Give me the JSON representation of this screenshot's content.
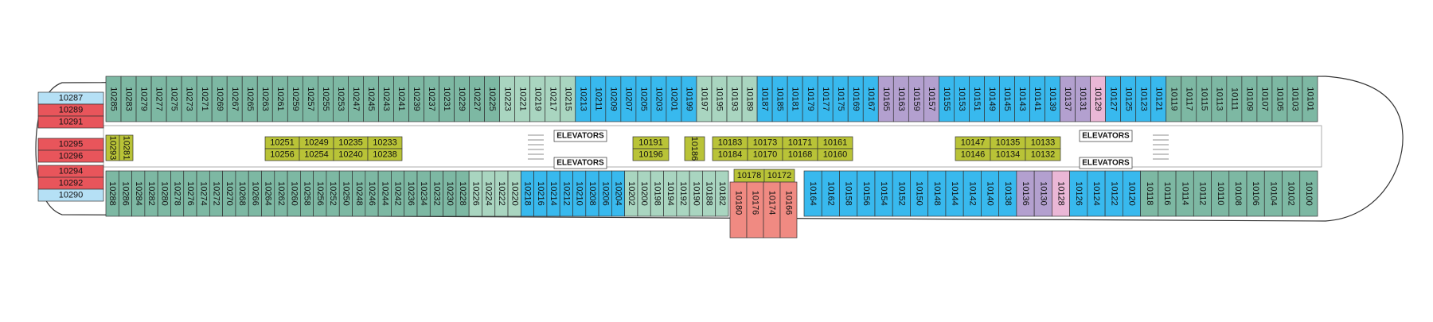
{
  "deck": {
    "colors": {
      "teal": "#7db8a3",
      "mint": "#a9d5c0",
      "blue": "#38b9ee",
      "purple": "#b3a0cf",
      "olive": "#b9c337",
      "lightblue": "#b5e0f5",
      "red": "#e8555b",
      "salmon": "#f08a82",
      "pink": "#eab7d6"
    },
    "elevators_label": "ELEVATORS",
    "top_row": [
      {
        "n": "10285",
        "c": "teal"
      },
      {
        "n": "10283",
        "c": "teal"
      },
      {
        "n": "10279",
        "c": "teal"
      },
      {
        "n": "10277",
        "c": "teal"
      },
      {
        "n": "10275",
        "c": "teal"
      },
      {
        "n": "10273",
        "c": "teal"
      },
      {
        "n": "10271",
        "c": "teal"
      },
      {
        "n": "10269",
        "c": "teal"
      },
      {
        "n": "10267",
        "c": "teal"
      },
      {
        "n": "10265",
        "c": "teal"
      },
      {
        "n": "10263",
        "c": "teal"
      },
      {
        "n": "10261",
        "c": "teal"
      },
      {
        "n": "10259",
        "c": "teal"
      },
      {
        "n": "10257",
        "c": "teal"
      },
      {
        "n": "10255",
        "c": "teal"
      },
      {
        "n": "10253",
        "c": "teal"
      },
      {
        "n": "10247",
        "c": "teal"
      },
      {
        "n": "10245",
        "c": "teal"
      },
      {
        "n": "10243",
        "c": "teal"
      },
      {
        "n": "10241",
        "c": "teal"
      },
      {
        "n": "10239",
        "c": "teal"
      },
      {
        "n": "10237",
        "c": "teal"
      },
      {
        "n": "10231",
        "c": "teal"
      },
      {
        "n": "10229",
        "c": "teal"
      },
      {
        "n": "10227",
        "c": "teal"
      },
      {
        "n": "10225",
        "c": "teal"
      },
      {
        "n": "10223",
        "c": "mint"
      },
      {
        "n": "10221",
        "c": "mint"
      },
      {
        "n": "10219",
        "c": "mint"
      },
      {
        "n": "10217",
        "c": "mint"
      },
      {
        "n": "10215",
        "c": "mint"
      },
      {
        "n": "10213",
        "c": "blue"
      },
      {
        "n": "10211",
        "c": "blue"
      },
      {
        "n": "10209",
        "c": "blue"
      },
      {
        "n": "10207",
        "c": "blue"
      },
      {
        "n": "10205",
        "c": "blue"
      },
      {
        "n": "10203",
        "c": "blue"
      },
      {
        "n": "10201",
        "c": "blue"
      },
      {
        "n": "10199",
        "c": "blue"
      },
      {
        "n": "10197",
        "c": "mint"
      },
      {
        "n": "10195",
        "c": "mint"
      },
      {
        "n": "10193",
        "c": "mint"
      },
      {
        "n": "10189",
        "c": "mint"
      },
      {
        "n": "10187",
        "c": "blue"
      },
      {
        "n": "10185",
        "c": "blue"
      },
      {
        "n": "10181",
        "c": "blue"
      },
      {
        "n": "10179",
        "c": "blue"
      },
      {
        "n": "10177",
        "c": "blue"
      },
      {
        "n": "10175",
        "c": "blue"
      },
      {
        "n": "10169",
        "c": "blue"
      },
      {
        "n": "10167",
        "c": "blue"
      },
      {
        "n": "10165",
        "c": "purple"
      },
      {
        "n": "10163",
        "c": "purple"
      },
      {
        "n": "10159",
        "c": "purple"
      },
      {
        "n": "10157",
        "c": "purple"
      },
      {
        "n": "10155",
        "c": "blue"
      },
      {
        "n": "10153",
        "c": "blue"
      },
      {
        "n": "10151",
        "c": "blue"
      },
      {
        "n": "10149",
        "c": "blue"
      },
      {
        "n": "10145",
        "c": "blue"
      },
      {
        "n": "10143",
        "c": "blue"
      },
      {
        "n": "10141",
        "c": "blue"
      },
      {
        "n": "10139",
        "c": "blue"
      },
      {
        "n": "10137",
        "c": "purple"
      },
      {
        "n": "10131",
        "c": "purple"
      },
      {
        "n": "10129",
        "c": "pink"
      },
      {
        "n": "10127",
        "c": "blue"
      },
      {
        "n": "10125",
        "c": "blue"
      },
      {
        "n": "10123",
        "c": "blue"
      },
      {
        "n": "10121",
        "c": "blue"
      },
      {
        "n": "10119",
        "c": "teal"
      },
      {
        "n": "10117",
        "c": "teal"
      },
      {
        "n": "10115",
        "c": "teal"
      },
      {
        "n": "10113",
        "c": "teal"
      },
      {
        "n": "10111",
        "c": "teal"
      },
      {
        "n": "10109",
        "c": "teal"
      },
      {
        "n": "10107",
        "c": "teal"
      },
      {
        "n": "10105",
        "c": "teal"
      },
      {
        "n": "10103",
        "c": "teal"
      },
      {
        "n": "10101",
        "c": "teal"
      }
    ],
    "bottom_row": [
      {
        "n": "10288",
        "c": "teal"
      },
      {
        "n": "10286",
        "c": "teal"
      },
      {
        "n": "10284",
        "c": "teal"
      },
      {
        "n": "10282",
        "c": "teal"
      },
      {
        "n": "10280",
        "c": "teal"
      },
      {
        "n": "10278",
        "c": "teal"
      },
      {
        "n": "10276",
        "c": "teal"
      },
      {
        "n": "10274",
        "c": "teal"
      },
      {
        "n": "10272",
        "c": "teal"
      },
      {
        "n": "10270",
        "c": "teal"
      },
      {
        "n": "10268",
        "c": "teal"
      },
      {
        "n": "10266",
        "c": "teal"
      },
      {
        "n": "10264",
        "c": "teal"
      },
      {
        "n": "10262",
        "c": "teal"
      },
      {
        "n": "10260",
        "c": "teal"
      },
      {
        "n": "10258",
        "c": "teal"
      },
      {
        "n": "10256",
        "c": "teal"
      },
      {
        "n": "10252",
        "c": "teal"
      },
      {
        "n": "10250",
        "c": "teal"
      },
      {
        "n": "10248",
        "c": "teal"
      },
      {
        "n": "10246",
        "c": "teal"
      },
      {
        "n": "10244",
        "c": "teal"
      },
      {
        "n": "10242",
        "c": "teal"
      },
      {
        "n": "10236",
        "c": "teal"
      },
      {
        "n": "10234",
        "c": "teal"
      },
      {
        "n": "10232",
        "c": "teal"
      },
      {
        "n": "10230",
        "c": "teal"
      },
      {
        "n": "10228",
        "c": "teal"
      },
      {
        "n": "10226",
        "c": "mint"
      },
      {
        "n": "10224",
        "c": "mint"
      },
      {
        "n": "10222",
        "c": "mint"
      },
      {
        "n": "10220",
        "c": "mint"
      },
      {
        "n": "10218",
        "c": "blue"
      },
      {
        "n": "10216",
        "c": "blue"
      },
      {
        "n": "10214",
        "c": "blue"
      },
      {
        "n": "10212",
        "c": "blue"
      },
      {
        "n": "10210",
        "c": "blue"
      },
      {
        "n": "10208",
        "c": "blue"
      },
      {
        "n": "10206",
        "c": "blue"
      },
      {
        "n": "10204",
        "c": "blue"
      },
      {
        "n": "10202",
        "c": "mint"
      },
      {
        "n": "10200",
        "c": "mint"
      },
      {
        "n": "10198",
        "c": "mint"
      },
      {
        "n": "10194",
        "c": "mint"
      },
      {
        "n": "10192",
        "c": "mint"
      },
      {
        "n": "10190",
        "c": "mint"
      },
      {
        "n": "10188",
        "c": "mint"
      },
      {
        "n": "10182",
        "c": "mint"
      }
    ],
    "bottom_row_right": [
      {
        "n": "10164",
        "c": "blue"
      },
      {
        "n": "10162",
        "c": "blue"
      },
      {
        "n": "10158",
        "c": "blue"
      },
      {
        "n": "10156",
        "c": "blue"
      },
      {
        "n": "10154",
        "c": "blue"
      },
      {
        "n": "10152",
        "c": "blue"
      },
      {
        "n": "10150",
        "c": "blue"
      },
      {
        "n": "10148",
        "c": "blue"
      },
      {
        "n": "10144",
        "c": "blue"
      },
      {
        "n": "10142",
        "c": "blue"
      },
      {
        "n": "10140",
        "c": "blue"
      },
      {
        "n": "10138",
        "c": "blue"
      },
      {
        "n": "10136",
        "c": "purple"
      },
      {
        "n": "10130",
        "c": "purple"
      },
      {
        "n": "10128",
        "c": "pink"
      },
      {
        "n": "10126",
        "c": "blue"
      },
      {
        "n": "10124",
        "c": "blue"
      },
      {
        "n": "10122",
        "c": "blue"
      },
      {
        "n": "10120",
        "c": "blue"
      },
      {
        "n": "10118",
        "c": "teal"
      },
      {
        "n": "10116",
        "c": "teal"
      },
      {
        "n": "10114",
        "c": "teal"
      },
      {
        "n": "10112",
        "c": "teal"
      },
      {
        "n": "10110",
        "c": "teal"
      },
      {
        "n": "10108",
        "c": "teal"
      },
      {
        "n": "10106",
        "c": "teal"
      },
      {
        "n": "10104",
        "c": "teal"
      },
      {
        "n": "10102",
        "c": "teal"
      },
      {
        "n": "10100",
        "c": "teal"
      }
    ],
    "bow_cabins_top": [
      {
        "n": "10287",
        "c": "lightblue"
      },
      {
        "n": "10289",
        "c": "red"
      },
      {
        "n": "10291",
        "c": "red"
      }
    ],
    "bow_cabins_mid": [
      {
        "n": "10295",
        "c": "red"
      },
      {
        "n": "10296",
        "c": "red"
      }
    ],
    "bow_cabins_bottom": [
      {
        "n": "10294",
        "c": "red"
      },
      {
        "n": "10292",
        "c": "red"
      },
      {
        "n": "10290",
        "c": "lightblue"
      }
    ],
    "forward_inner": [
      {
        "n": "10293",
        "c": "olive"
      },
      {
        "n": "10281",
        "c": "olive"
      }
    ],
    "center_pairs_a": [
      {
        "top": "10251",
        "bottom": "10256"
      },
      {
        "top": "10249",
        "bottom": "10254"
      },
      {
        "top": "10235",
        "bottom": "10240"
      },
      {
        "top": "10233",
        "bottom": "10238"
      }
    ],
    "center_pair_b": {
      "top": "10191",
      "bottom": "10196"
    },
    "center_single_c": "10186",
    "center_pairs_d": [
      {
        "top": "10183",
        "bottom": "10184"
      },
      {
        "top": "10173",
        "bottom": "10170"
      },
      {
        "top": "10171",
        "bottom": "10168"
      },
      {
        "top": "10161",
        "bottom": "10160"
      }
    ],
    "center_pairs_e": [
      {
        "top": "10147",
        "bottom": "10146"
      },
      {
        "top": "10135",
        "bottom": "10134"
      },
      {
        "top": "10133",
        "bottom": "10132"
      }
    ],
    "lower_olive": [
      "10178",
      "10172"
    ],
    "lower_salmon": [
      "10180",
      "10176",
      "10174",
      "10166"
    ]
  }
}
